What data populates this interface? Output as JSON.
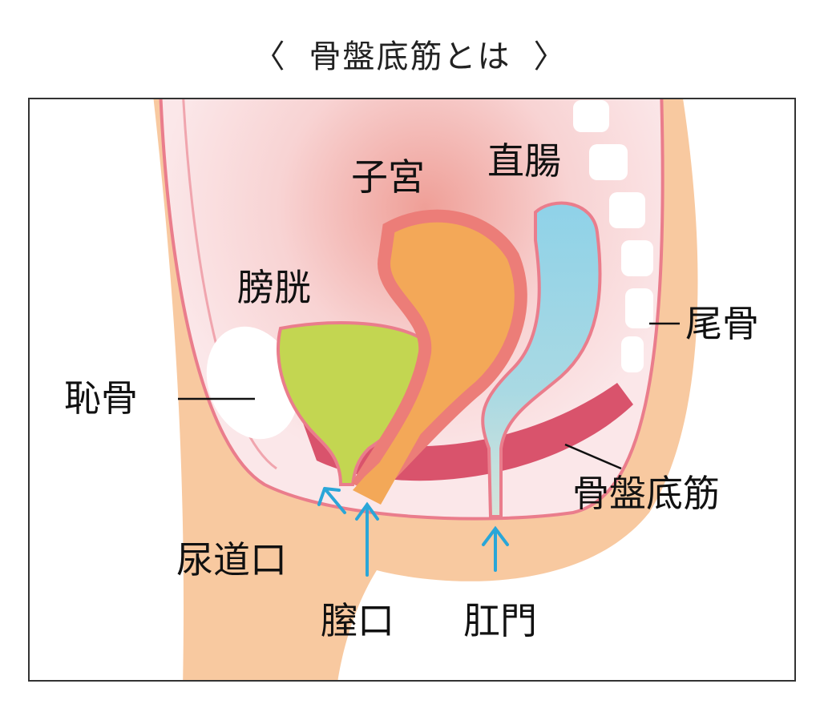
{
  "title": {
    "open": "〈",
    "text": "骨盤底筋とは",
    "close": "〉"
  },
  "labels": {
    "uterus": "子宮",
    "rectum": "直腸",
    "bladder": "膀胱",
    "coccyx": "尾骨",
    "pubic_bone": "恥骨",
    "pelvic_floor": "骨盤底筋",
    "urethral_opening": "尿道口",
    "vaginal_opening": "膣口",
    "anus": "肛門"
  },
  "colors": {
    "skin": "#f8c9a0",
    "cavity": "#fbe4e6",
    "outline": "#ea7d8c",
    "muscle": "#d9536c",
    "bladder": "#c3d651",
    "uterus": "#f3a858",
    "uterus_wall": "#ec7d78",
    "rectum": "#8fd2e8",
    "arrow": "#2aa6d8"
  }
}
